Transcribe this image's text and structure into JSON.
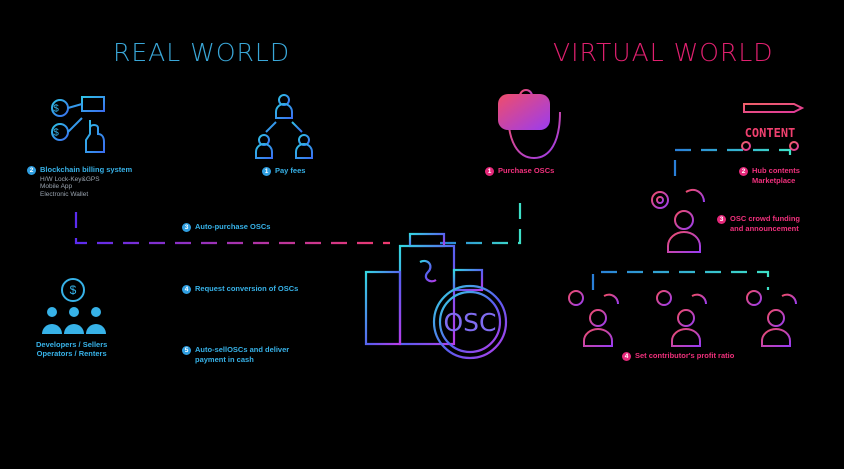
{
  "titles": {
    "real": "REAL WORLD",
    "virtual": "VIRTUAL WORLD"
  },
  "steps": {
    "blockchain": {
      "num": "2",
      "title": "Blockchain billing system",
      "lines": [
        "H/W Lock-Key&GPS",
        "Mobile App",
        "Electronic Wallet"
      ]
    },
    "pay_fees": {
      "num": "1",
      "title": "Pay fees"
    },
    "auto_purchase": {
      "num": "3",
      "title": "Auto-purchase OSCs"
    },
    "request_conversion": {
      "num": "4",
      "title": "Request conversion of OSCs"
    },
    "auto_sell": {
      "num": "5",
      "title": "Auto-sellOSCs and deliver",
      "title2": "payment in cash"
    },
    "developers": {
      "line1": "Developers / Sellers",
      "line2": "Operators / Renters"
    },
    "purchase_oscs": {
      "num": "1",
      "title": "Purchase OSCs"
    },
    "hub": {
      "num": "2",
      "title": "Hub contents",
      "title2": "Marketplace"
    },
    "crowd": {
      "num": "3",
      "title": "OSC crowd funding",
      "title2": "and announcement"
    },
    "profit": {
      "num": "4",
      "title": "Set contributor's profit ratio"
    }
  },
  "icons": {
    "content_label": "CONTENT",
    "osc_label": "OSC",
    "dollar": "$"
  },
  "colors": {
    "blue": "#37b2e8",
    "pink": "#e5287a",
    "purple": "#7a3cf0",
    "teal": "#2fd3c8"
  }
}
